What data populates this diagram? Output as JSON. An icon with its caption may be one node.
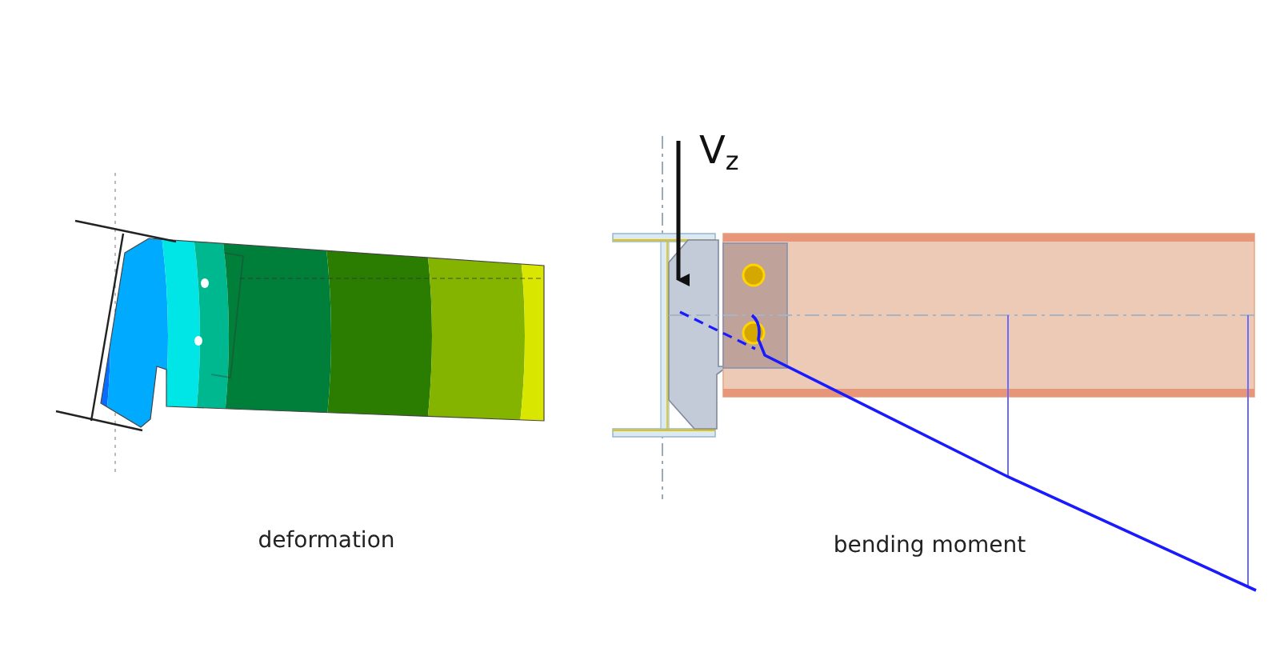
{
  "diagram": {
    "labels": [
      "deformation",
      "bending moment",
      "V$_{z}$"
    ]
  }
}
